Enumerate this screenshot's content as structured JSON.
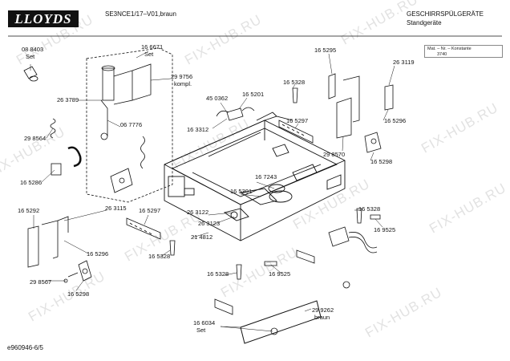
{
  "header": {
    "brand": "LLOYDS",
    "model": "SE3NCE1/17–V01,braun",
    "category": "GESCHIRRSPÜLGERÄTE",
    "subcategory": "Standgeräte"
  },
  "mat_box": {
    "line1": "Mat. – Nr. – Konstante",
    "line2": "3740"
  },
  "watermark": "FIX-HUB.RU",
  "footer_code": "e960946-6/5",
  "labels": {
    "l1": "08 8403",
    "l1b": "Set",
    "l2": "16 6671",
    "l2b": "Set",
    "l3": "29 9756",
    "l3b": "kompl.",
    "l4": "26 3789",
    "l5": "29 8564",
    "l6": "06 7776",
    "l7": "16 5286",
    "l8": "45 0362",
    "l9": "16 5201",
    "l10": "16 3312",
    "l11": "16 5328",
    "l12": "16 5297",
    "l13": "16 5295",
    "l14": "26 3119",
    "l15": "16 5296",
    "l16": "29 8570",
    "l17": "16 5298",
    "l18": "16 7243",
    "l19": "16 5301",
    "l20": "16 5292",
    "l21": "26 3115",
    "l22": "16 5297",
    "l23": "26 3122",
    "l24": "26 3123",
    "l25": "16 5296",
    "l26": "16 5328",
    "l27": "21 4812",
    "l28": "16 5328",
    "l29": "16 9525",
    "l30": "29 8567",
    "l31": "16 5298",
    "l32": "16 5328",
    "l33": "16 9525",
    "l34": "29 9262",
    "l34b": "braun",
    "l35": "16 6034",
    "l35b": "Set"
  }
}
